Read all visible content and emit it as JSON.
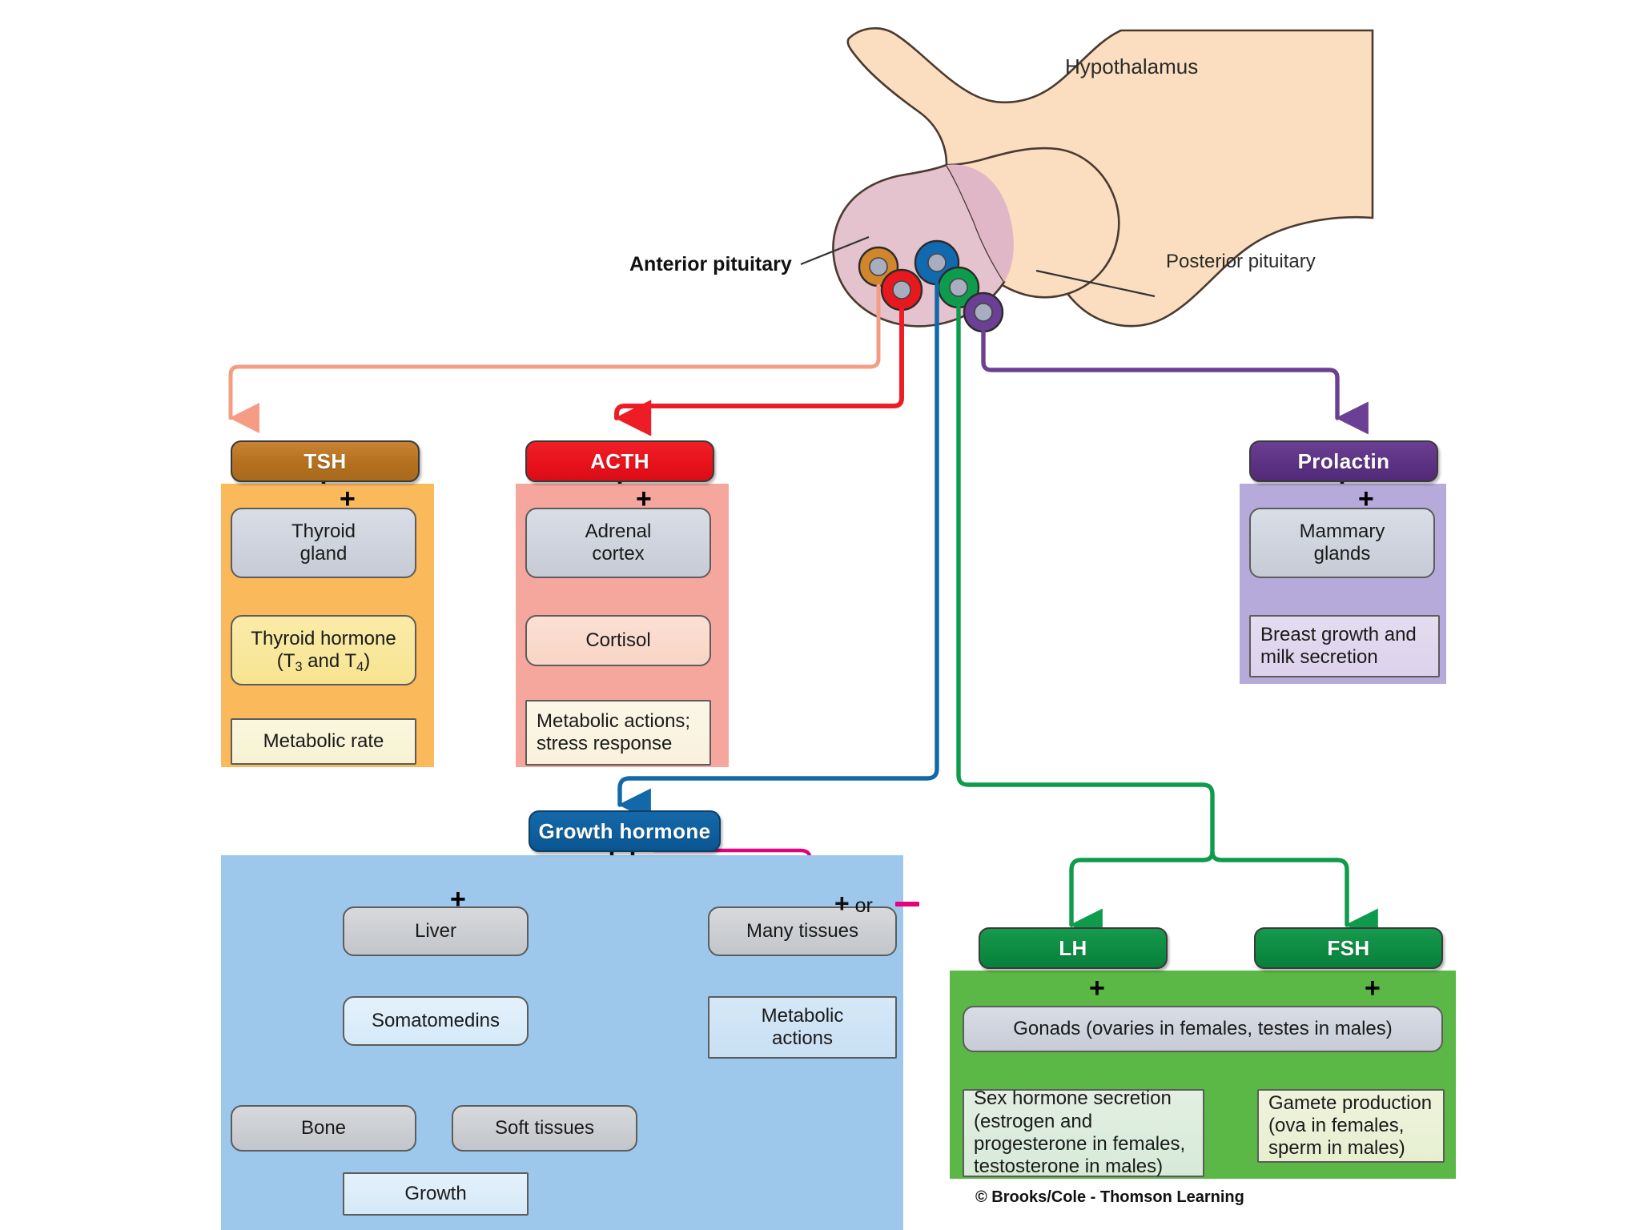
{
  "anatomy": {
    "hypothalamus_label": "Hypothalamus",
    "anterior_pituitary_label": "Anterior pituitary",
    "posterior_pituitary_label": "Posterior pituitary",
    "brain_fill": "#FBDEC0",
    "pituitary_fill": "#E4C3CE",
    "cells": [
      {
        "name": "tsh-cell",
        "color": "#D2862B"
      },
      {
        "name": "acth-cell",
        "color": "#E8181F"
      },
      {
        "name": "gh-cell",
        "color": "#1169B0"
      },
      {
        "name": "gonadotropin-cell",
        "color": "#0E9B4C"
      },
      {
        "name": "prolactin-cell",
        "color": "#6B3F93"
      }
    ]
  },
  "pathways": {
    "tsh": {
      "pill_label": "TSH",
      "accent": "#B4701F",
      "panel_color": "#FAB95A",
      "sign": "+",
      "steps": [
        {
          "label": "Thyroid\ngland"
        },
        {
          "label": "Thyroid hormone\n(T3 and T4)"
        },
        {
          "label": "Metabolic rate"
        }
      ]
    },
    "acth": {
      "pill_label": "ACTH",
      "accent": "#E8111B",
      "panel_color": "#F5A79D",
      "sign": "+",
      "steps": [
        {
          "label": "Adrenal\ncortex"
        },
        {
          "label": "Cortisol"
        },
        {
          "label": "Metabolic actions;\nstress response"
        }
      ]
    },
    "prolactin": {
      "pill_label": "Prolactin",
      "accent": "#5B3182",
      "panel_color": "#B6AADB",
      "sign": "+",
      "steps": [
        {
          "label": "Mammary\nglands"
        },
        {
          "label": "Breast growth and\nmilk secretion"
        }
      ]
    },
    "growth_hormone": {
      "pill_label": "Growth hormone",
      "accent": "#0E5E9C",
      "panel_color": "#9DC8EC",
      "left_sign": "+",
      "right_sign": "+ or",
      "right_sign_minus_color": "#E6007E",
      "left_steps": [
        {
          "label": "Liver"
        },
        {
          "label": "Somatomedins"
        },
        {
          "label": "Bone"
        },
        {
          "label": "Soft tissues"
        },
        {
          "label": "Growth"
        }
      ],
      "right_steps": [
        {
          "label": "Many tissues"
        },
        {
          "label": "Metabolic\nactions"
        }
      ]
    },
    "gonadotropins": {
      "lh_pill_label": "LH",
      "fsh_pill_label": "FSH",
      "accent": "#0D8A42",
      "panel_color": "#5CB846",
      "lh_sign": "+",
      "fsh_sign": "+",
      "shared_target": "Gonads (ovaries in females, testes in males)",
      "lh_outcome": "Sex hormone secretion\n(estrogen and\nprogesterone in females,\ntestosterone in males)",
      "fsh_outcome": "Gamete production\n(ova in females,\nsperm in males)"
    }
  },
  "footer": {
    "copyright": "© Brooks/Cole - Thomson Learning"
  }
}
